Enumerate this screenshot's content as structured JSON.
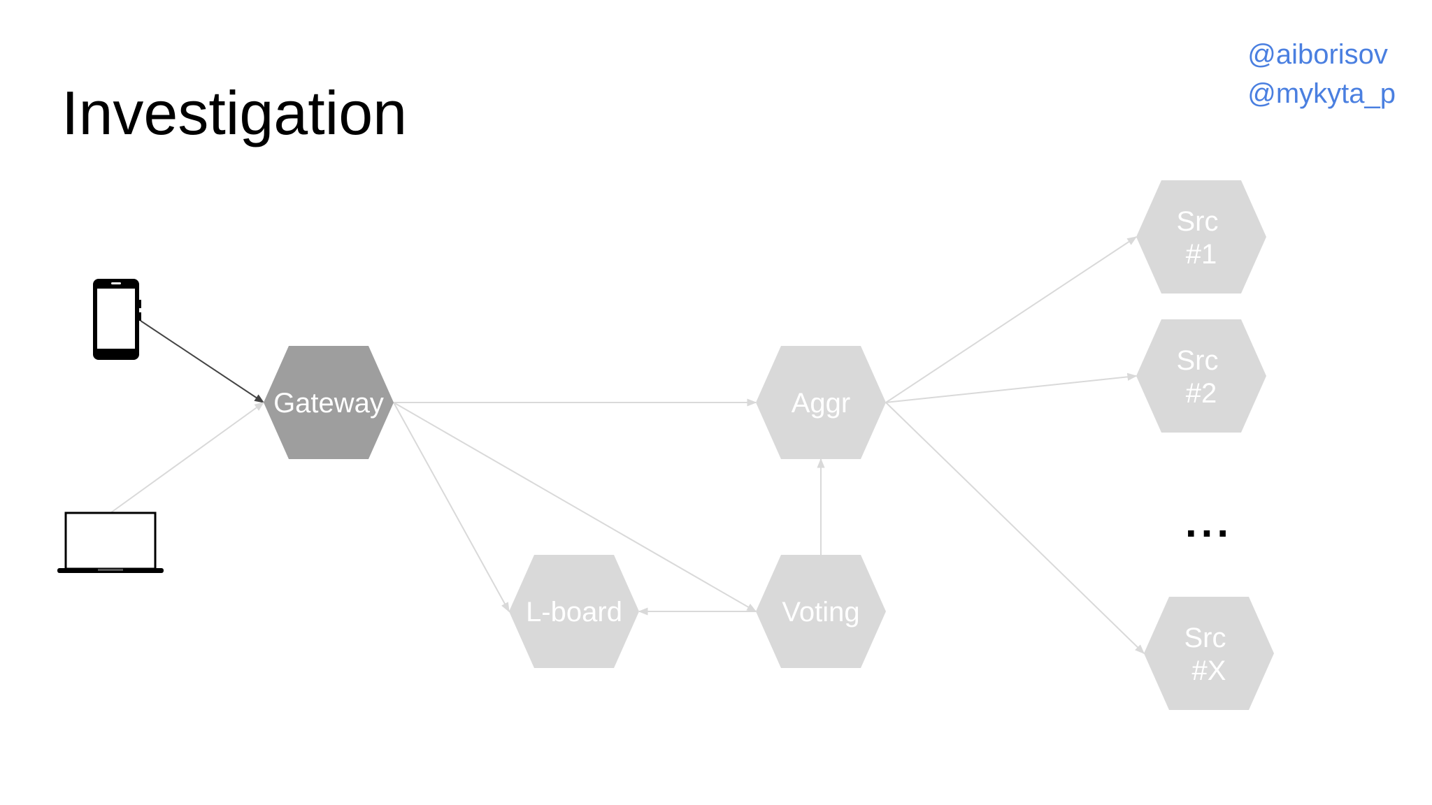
{
  "title": "Investigation",
  "handles": [
    "@aiborisov",
    "@mykyta_p"
  ],
  "colors": {
    "accent_text": "#4a7fe0",
    "active_node": "#9e9e9e",
    "inactive_node": "#d9d9d9",
    "active_edge": "#444444",
    "inactive_edge": "#d9d9d9"
  },
  "devices": [
    {
      "id": "phone",
      "icon": "smartphone-icon"
    },
    {
      "id": "laptop",
      "icon": "laptop-icon"
    }
  ],
  "nodes": [
    {
      "id": "gateway",
      "lines": [
        "Gateway"
      ],
      "state": "active"
    },
    {
      "id": "aggr",
      "lines": [
        "Aggr"
      ],
      "state": "inactive"
    },
    {
      "id": "lboard",
      "lines": [
        "L-board"
      ],
      "state": "inactive"
    },
    {
      "id": "voting",
      "lines": [
        "Voting"
      ],
      "state": "inactive"
    },
    {
      "id": "src1",
      "lines": [
        "Src",
        "#1"
      ],
      "state": "inactive"
    },
    {
      "id": "src2",
      "lines": [
        "Src",
        "#2"
      ],
      "state": "inactive"
    },
    {
      "id": "srcx",
      "lines": [
        "Src",
        "#X"
      ],
      "state": "inactive"
    }
  ],
  "ellipsis": "...",
  "edges": [
    {
      "from": "phone",
      "to": "gateway",
      "state": "active"
    },
    {
      "from": "laptop",
      "to": "gateway",
      "state": "inactive"
    },
    {
      "from": "gateway",
      "to": "aggr",
      "state": "inactive"
    },
    {
      "from": "gateway",
      "to": "lboard",
      "state": "inactive"
    },
    {
      "from": "gateway",
      "to": "voting",
      "state": "inactive"
    },
    {
      "from": "voting",
      "to": "aggr",
      "state": "inactive"
    },
    {
      "from": "voting",
      "to": "lboard",
      "state": "inactive"
    },
    {
      "from": "aggr",
      "to": "src1",
      "state": "inactive"
    },
    {
      "from": "aggr",
      "to": "src2",
      "state": "inactive"
    },
    {
      "from": "aggr",
      "to": "srcx",
      "state": "inactive"
    }
  ]
}
